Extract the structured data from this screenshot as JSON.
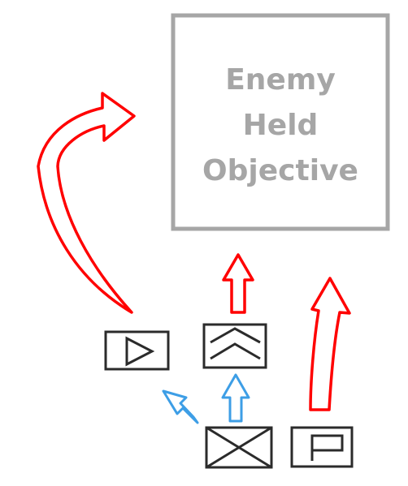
{
  "objective": {
    "lines": [
      "Enemy",
      "Held",
      "Objective"
    ]
  },
  "colors": {
    "objective_stroke": "#a6a6a6",
    "objective_text": "#a6a6a6",
    "unit_stroke": "#2b2b2b",
    "main_effort_arrow": "#ff0000",
    "support_arrow": "#3d9ee6"
  },
  "symbols": [
    "recon-unit-symbol",
    "mountain-infantry-unit-symbol",
    "infantry-unit-symbol",
    "headquarters-unit-symbol"
  ]
}
